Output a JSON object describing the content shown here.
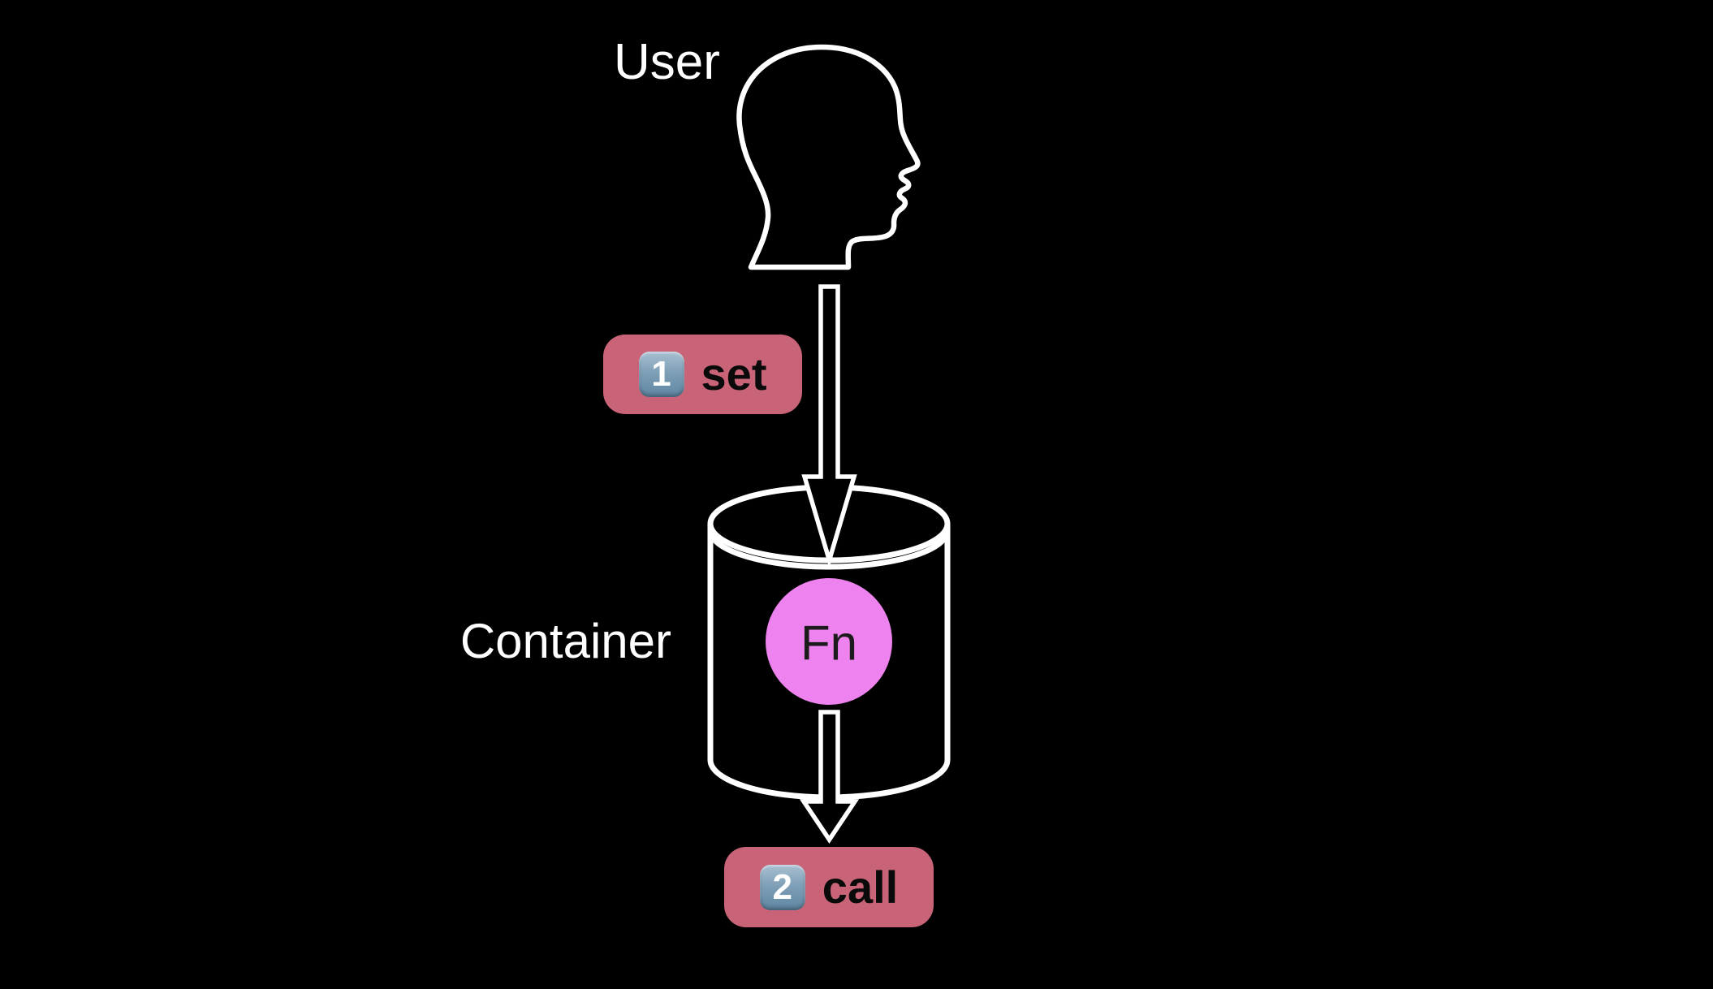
{
  "colors": {
    "background": "#000000",
    "line": "#ffffff",
    "badge_background": "#c96377",
    "badge_text": "#0a0a0a",
    "keycap_gradient_top": "#a9c0d1",
    "keycap_gradient_bottom": "#5e86a2",
    "keycap_text": "#ffffff",
    "fn_circle": "#ee82ee",
    "fn_text": "#1b1b1b",
    "label_text": "#ffffff"
  },
  "labels": {
    "user": "User",
    "container": "Container",
    "fn": "Fn"
  },
  "steps": [
    {
      "number": "1",
      "label": "set"
    },
    {
      "number": "2",
      "label": "call"
    }
  ],
  "icons": {
    "user_head": "human-head-profile-outline",
    "container": "cylinder-outline",
    "set_arrow": "hollow-down-arrow",
    "call_arrow": "hollow-down-arrow",
    "step_keycaps": "blue-keycap-digit"
  }
}
